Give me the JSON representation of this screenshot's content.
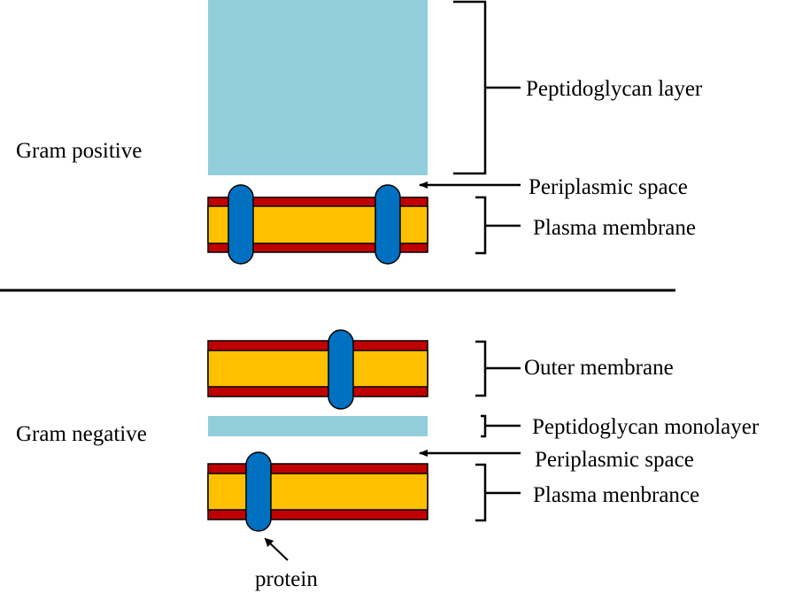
{
  "diagram": {
    "gram_positive": {
      "title": "Gram positive",
      "labels": {
        "peptidoglycan": "Peptidoglycan layer",
        "periplasmic": "Periplasmic space",
        "plasma": "Plasma membrane"
      }
    },
    "gram_negative": {
      "title": "Gram negative",
      "labels": {
        "outer": "Outer membrane",
        "peptidoglycan": "Peptidoglycan monolayer",
        "periplasmic": "Periplasmic space",
        "plasma": "Plasma menbrance",
        "protein": "protein"
      }
    },
    "colors": {
      "peptidoglycan": "#92CDDC",
      "membrane_core": "#FFC000",
      "membrane_edge": "#C00000",
      "protein": "#0070C0",
      "outline": "#000000"
    }
  }
}
